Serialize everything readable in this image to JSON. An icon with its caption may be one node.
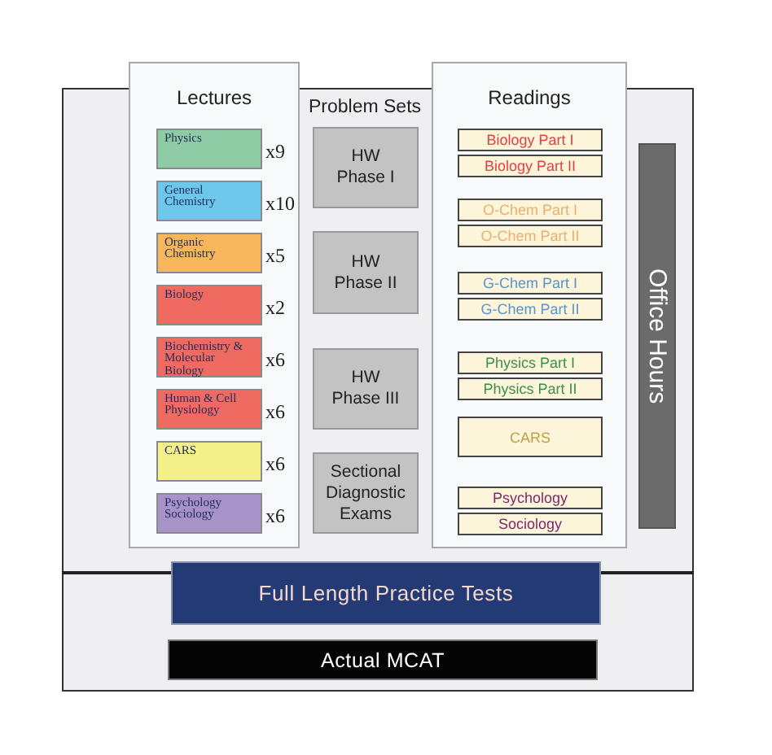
{
  "diagram": {
    "nodes": [
      {
        "text": [
          "Lectures"
        ]
      },
      {
        "text": [
          "Physics"
        ],
        "in": 0,
        "beside": [
          "x9"
        ]
      },
      {
        "text": [
          "General Chemistry"
        ],
        "in": 0,
        "beside": [
          "x10"
        ]
      },
      {
        "text": [
          "Organic Chemistry"
        ],
        "in": 0,
        "beside": [
          "x5"
        ]
      },
      {
        "text": [
          "Biology"
        ],
        "in": 0,
        "beside": [
          "x2"
        ]
      },
      {
        "text": [
          "Biochemistry & Molecular Biology"
        ],
        "in": 0,
        "beside": [
          "x6"
        ]
      },
      {
        "text": [
          "Human & Cell Physiology"
        ],
        "in": 0,
        "beside": [
          "x6"
        ]
      },
      {
        "text": [
          "CARS"
        ],
        "in": 0,
        "beside": [
          "x6"
        ]
      },
      {
        "text": [
          "Psychology Sociology"
        ],
        "in": 0,
        "beside": [
          "x6"
        ]
      },
      {
        "text": [
          "HW Phase I"
        ]
      },
      {
        "text": [
          "HW Phase II"
        ]
      },
      {
        "text": [
          "HW Phase III"
        ]
      },
      {
        "text": [
          "Sectional Diagnostic Exams"
        ]
      },
      {
        "text": [
          "Readings"
        ]
      },
      {
        "text": [
          "Biology Part I"
        ],
        "in": 13
      },
      {
        "text": [
          "Biology Part II"
        ],
        "in": 13
      },
      {
        "text": [
          "O-Chem Part I"
        ],
        "in": 13
      },
      {
        "text": [
          "O-Chem Part II"
        ],
        "in": 13
      },
      {
        "text": [
          "G-Chem Part I"
        ],
        "in": 13
      },
      {
        "text": [
          "G-Chem Part II"
        ],
        "in": 13
      },
      {
        "text": [
          "Physics Part I"
        ],
        "in": 13
      },
      {
        "text": [
          "Physics Part II"
        ],
        "in": 13
      },
      {
        "text": [
          "CARS"
        ],
        "in": 13
      },
      {
        "text": [
          "Psychology"
        ],
        "in": 13
      },
      {
        "text": [
          "Sociology"
        ],
        "in": 13
      },
      {
        "text": [
          "Office Hours"
        ]
      },
      {
        "text": [
          "Full Length Practice Tests"
        ]
      },
      {
        "text": [
          "Actual MCAT"
        ]
      }
    ],
    "labels": [
      "Problem Sets"
    ]
  }
}
